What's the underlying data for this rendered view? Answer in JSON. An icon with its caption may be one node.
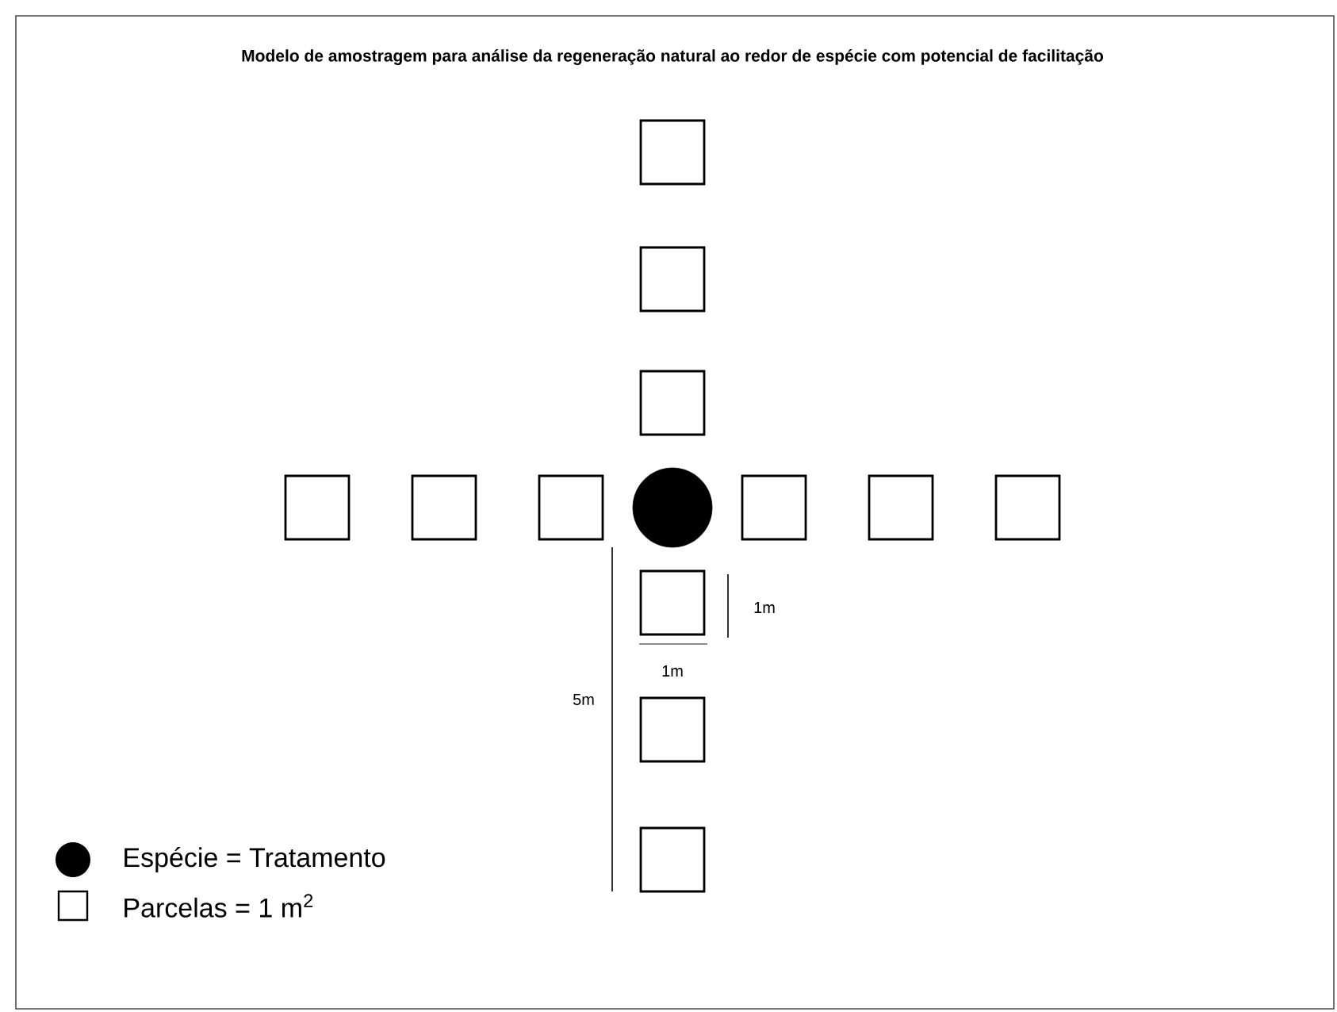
{
  "diagram": {
    "title": "Modelo de amostragem para análise da regeneração natural ao redor de espécie com potencial de facilitação",
    "nodes": [
      {
        "text": [],
        "shape": "box"
      },
      {
        "text": [],
        "shape": "box"
      },
      {
        "text": [],
        "shape": "box"
      },
      {
        "text": [],
        "shape": "box"
      },
      {
        "text": [],
        "shape": "box"
      },
      {
        "text": [],
        "shape": "box"
      },
      {
        "text": [],
        "shape": "circle"
      },
      {
        "text": [],
        "shape": "box"
      },
      {
        "text": [],
        "shape": "box"
      },
      {
        "text": [],
        "shape": "box"
      },
      {
        "text": [],
        "shape": "box"
      },
      {
        "text": [],
        "shape": "box"
      },
      {
        "text": [],
        "shape": "box"
      }
    ],
    "labels": [
      "1m",
      "1m",
      "5m"
    ],
    "legend": [
      {
        "text": "Espécie = Tratamento"
      },
      {
        "text": "Parcelas = 1 m$^{2}$"
      }
    ]
  }
}
